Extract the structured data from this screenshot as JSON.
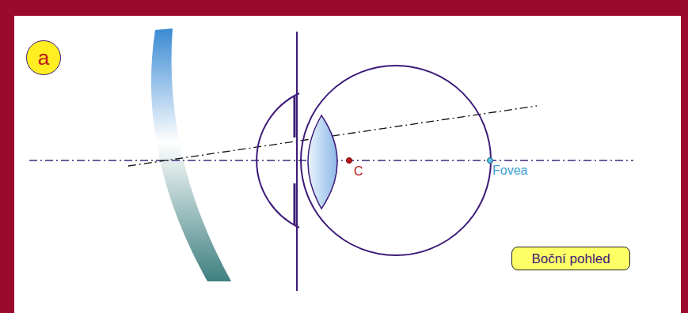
{
  "diagram": {
    "nodes": [
      {
        "text": [
          "a"
        ]
      },
      {
        "text": [
          "Boční pohled"
        ]
      }
    ],
    "labels": [
      "C",
      "Fovea"
    ]
  }
}
